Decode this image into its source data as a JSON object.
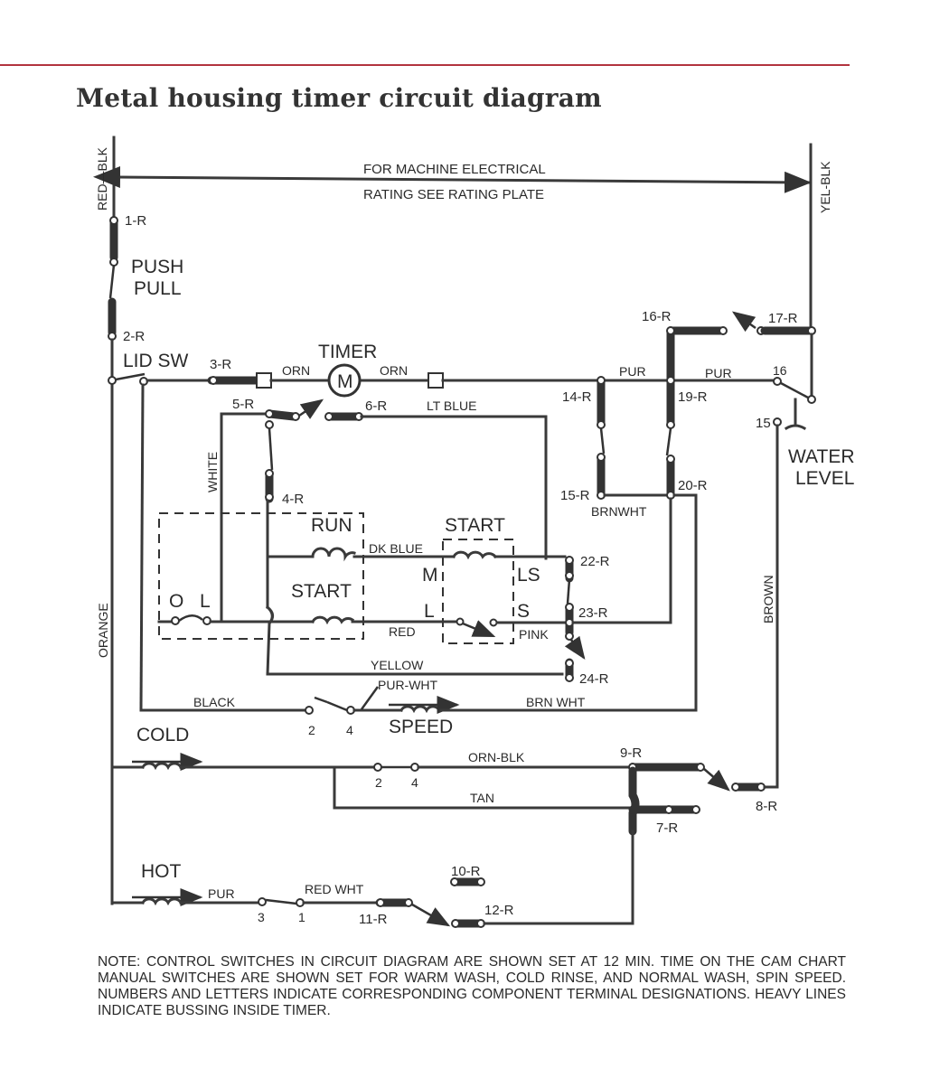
{
  "title": "Metal housing timer circuit diagram",
  "rating_note": [
    "FOR MACHINE ELECTRICAL",
    "RATING SEE RATING PLATE"
  ],
  "wires": {
    "red_blk": "RED—BLK",
    "yel_blk": "YEL-BLK",
    "white": "WHITE",
    "orange": "ORANGE",
    "brown": "BROWN",
    "orn_left": "ORN",
    "orn_right": "ORN",
    "pur_a": "PUR",
    "pur_b": "PUR",
    "lt_blue": "LT BLUE",
    "dk_blue": "DK BLUE",
    "red": "RED",
    "yellow": "YELLOW",
    "pink": "PINK",
    "black": "BLACK",
    "pur_wht": "PUR-WHT",
    "brn_wht": "BRN WHT",
    "brnwht": "BRNWHT",
    "orn_blk": "ORN-BLK",
    "tan": "TAN",
    "pur_hot": "PUR",
    "red_wht": "RED WHT"
  },
  "components": {
    "push_pull": [
      "PUSH",
      "PULL"
    ],
    "lid_sw": "LID SW",
    "timer": "TIMER",
    "motor": "M",
    "run": "RUN",
    "start_top": "START",
    "start_left": "START",
    "m": "M",
    "l": "L",
    "ls": "LS",
    "s": "S",
    "o": "O",
    "l_switch": "L",
    "speed": "SPEED",
    "cold": "COLD",
    "hot": "HOT",
    "water_level": [
      "WATER",
      "LEVEL"
    ]
  },
  "terminals": {
    "t1r": "1-R",
    "t2r": "2-R",
    "t3r": "3-R",
    "t4r": "4-R",
    "t5r": "5-R",
    "t6r": "6-R",
    "t7r": "7-R",
    "t8r": "8-R",
    "t9r": "9-R",
    "t10r": "10-R",
    "t11r": "11-R",
    "t12r": "12-R",
    "t14r": "14-R",
    "t15r": "15-R",
    "t16r": "16-R",
    "t17r": "17-R",
    "t19r": "19-R",
    "t20r": "20-R",
    "t22r": "22-R",
    "t23r": "23-R",
    "t24r": "24-R",
    "t15": "15",
    "t16": "16",
    "speed_2": "2",
    "speed_4": "4",
    "temp_2": "2",
    "temp_4": "4",
    "hot_3": "3",
    "hot_1": "1"
  },
  "footnote": "NOTE: CONTROL SWITCHES IN CIRCUIT DIAGRAM ARE SHOWN SET AT 12 MIN. TIME ON THE CAM CHART MANUAL SWITCHES ARE SHOWN SET FOR WARM WASH, COLD RINSE, AND NORMAL WASH, SPIN SPEED. NUMBERS AND LETTERS INDICATE CORRESPONDING COMPONENT TERMINAL DESIGNATIONS. HEAVY LINES INDICATE BUSSING INSIDE TIMER."
}
